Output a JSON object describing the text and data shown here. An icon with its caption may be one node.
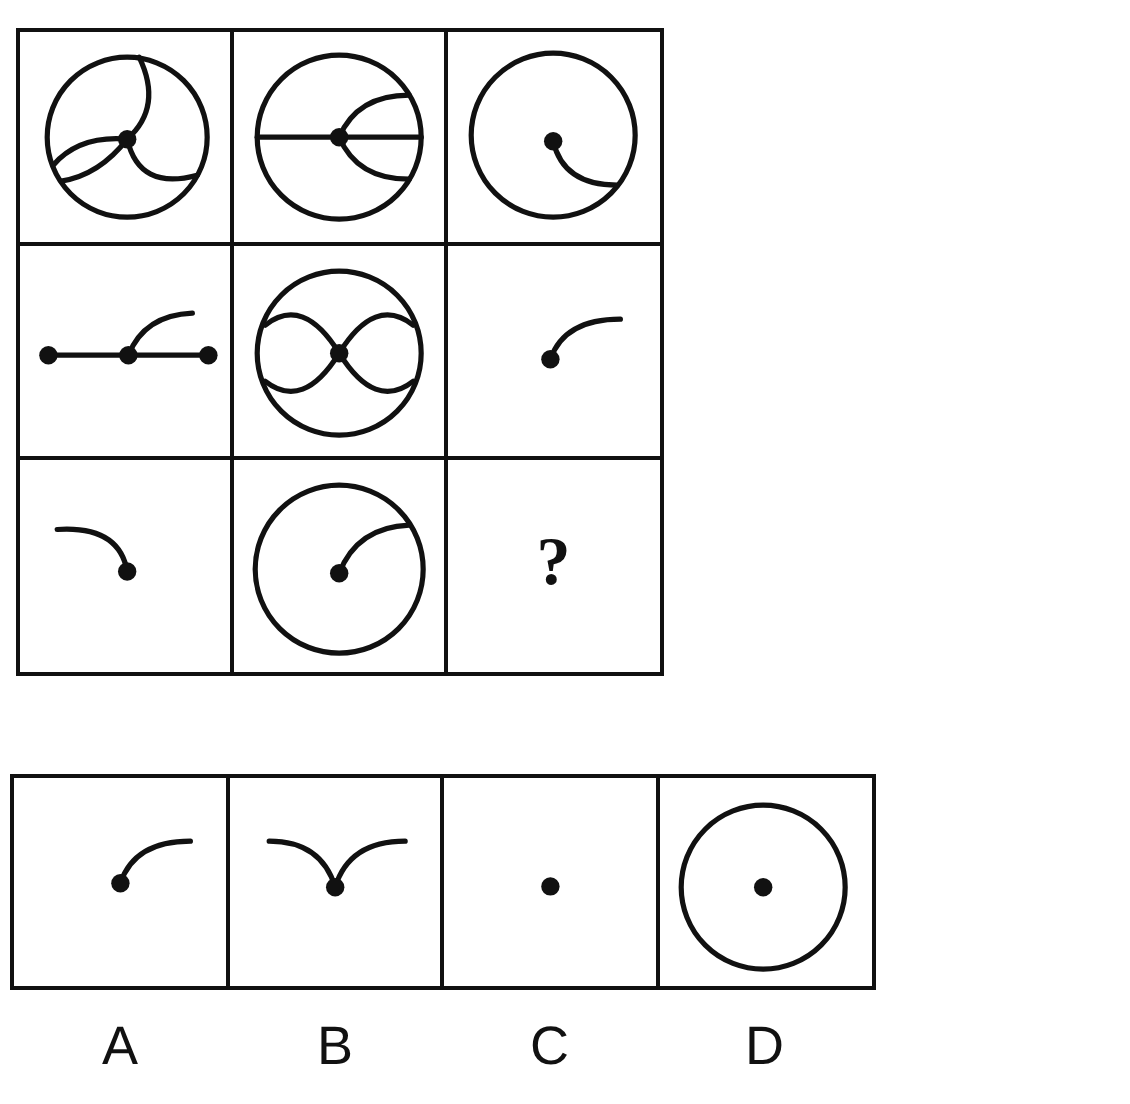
{
  "diagram": {
    "nodes": [
      {
        "text": [],
        "shape": "picture"
      },
      {
        "text": [],
        "shape": "picture"
      },
      {
        "text": [],
        "shape": "picture"
      },
      {
        "text": [],
        "shape": "picture"
      },
      {
        "text": [],
        "shape": "picture"
      },
      {
        "text": [],
        "shape": "picture"
      },
      {
        "text": [],
        "shape": "picture"
      },
      {
        "text": [],
        "shape": "picture"
      },
      {
        "text": [
          "?"
        ]
      },
      {
        "text": [],
        "shape": "picture",
        "beside": [
          "A"
        ]
      },
      {
        "text": [],
        "shape": "picture",
        "beside": [
          "B"
        ]
      },
      {
        "text": [],
        "shape": "picture",
        "beside": [
          "C"
        ]
      },
      {
        "text": [],
        "shape": "picture",
        "beside": [
          "D"
        ]
      }
    ]
  }
}
